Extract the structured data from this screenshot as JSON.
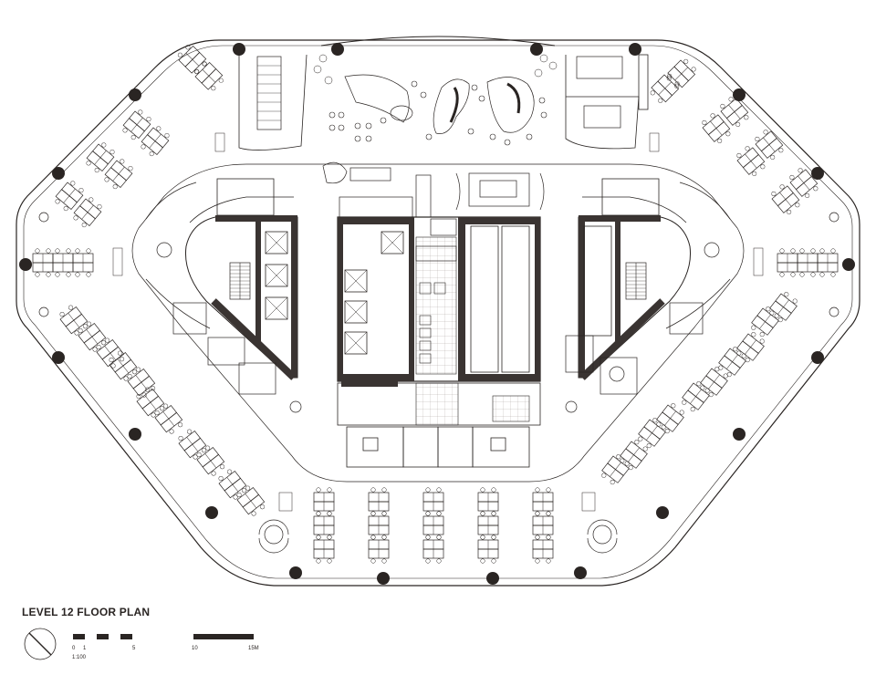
{
  "plan": {
    "title": "LEVEL 12 FLOOR PLAN",
    "scale_ratio": "1:100",
    "scale_ticks": [
      "0",
      "1",
      "5",
      "10",
      "15M"
    ]
  },
  "colors": {
    "ink": "#2a2523",
    "wall": "#3a3432",
    "hatch": "#8b837f",
    "paper": "#ffffff"
  },
  "icons": [
    "north-arrow-icon",
    "column-icon",
    "stair-icon",
    "lift-icon",
    "plant-icon"
  ]
}
